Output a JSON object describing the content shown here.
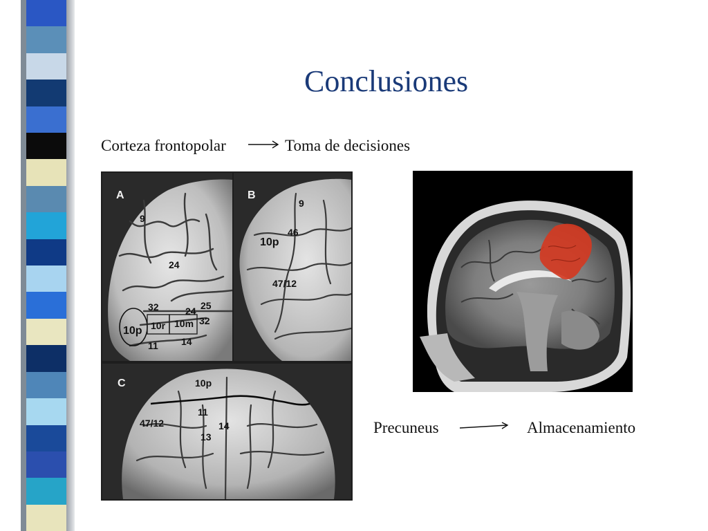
{
  "slide": {
    "title": "Conclusiones",
    "line1": {
      "left": "Corteza frontopolar",
      "right": "Toma de decisiones"
    },
    "line2": {
      "left": "Precuneus",
      "right": "Almacenamiento"
    }
  },
  "brain_figure": {
    "panels": [
      "A",
      "B",
      "C"
    ],
    "panel_a_labels": [
      "9",
      "24",
      "32",
      "24",
      "25",
      "10p",
      "10r",
      "10m",
      "32",
      "11",
      "14"
    ],
    "panel_b_labels": [
      "9",
      "46",
      "10p",
      "47/12"
    ],
    "panel_c_labels": [
      "10p",
      "47/12",
      "11",
      "14",
      "13"
    ]
  },
  "colors": {
    "title": "#1a3a78",
    "highlight": "#d23a22",
    "stripes": [
      "#2a57c4",
      "#5b8fb8",
      "#c8d8e8",
      "#123a72",
      "#3a6fd0",
      "#0b0b0b",
      "#e7e3b8",
      "#5a8ab0",
      "#22a4d8",
      "#0f3a86",
      "#a8d4f0",
      "#2a6fd8",
      "#e9e6c0",
      "#0d2f66",
      "#4f86b8",
      "#a7d8f0",
      "#1a4a9a",
      "#2b4fae",
      "#26a4c8",
      "#e8e4bc"
    ]
  }
}
